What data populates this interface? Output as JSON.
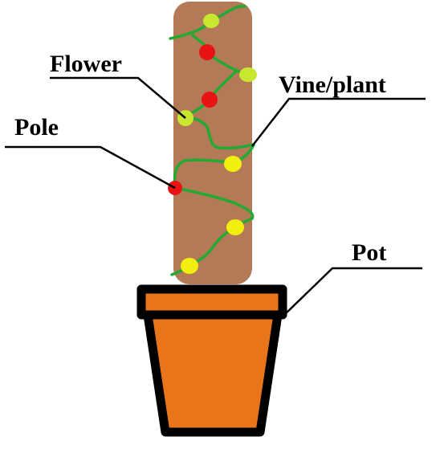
{
  "labels": {
    "flower": "Flower",
    "vine": "Vine/plant",
    "pole": "Pole",
    "pot": "Pot"
  },
  "colors": {
    "background": "#ffffff",
    "pole": "#b47a57",
    "vine": "#22aa33",
    "flower_red": "#e81414",
    "flower_yellow": "#f2ee10",
    "flower_yellow_green": "#c8e830",
    "pot_body": "#e8751a",
    "pot_outline": "#000000",
    "leader_line": "#000000"
  }
}
